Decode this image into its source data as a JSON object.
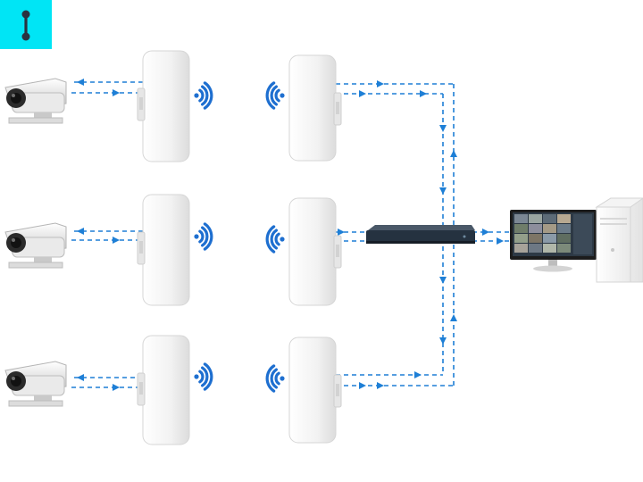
{
  "badge": {
    "icon": "link-icon",
    "background": "#00e0f0"
  },
  "colors": {
    "link": "#1e7fd6",
    "wifi": "#1e6fd0",
    "device": "#f3f3f3",
    "device_edge": "#d8d8d8",
    "nvr": "#2d3a48",
    "monitor_bezel": "#202020"
  },
  "rows": [
    {
      "camera": "ip-camera",
      "bridge_tx": "wireless-bridge",
      "bridge_rx": "wireless-bridge"
    },
    {
      "camera": "ip-camera",
      "bridge_tx": "wireless-bridge",
      "bridge_rx": "wireless-bridge"
    },
    {
      "camera": "ip-camera",
      "bridge_tx": "wireless-bridge",
      "bridge_rx": "wireless-bridge"
    }
  ],
  "hub": {
    "device": "nvr-recorder"
  },
  "workstation": {
    "monitor": "monitor",
    "pc": "pc-tower"
  }
}
